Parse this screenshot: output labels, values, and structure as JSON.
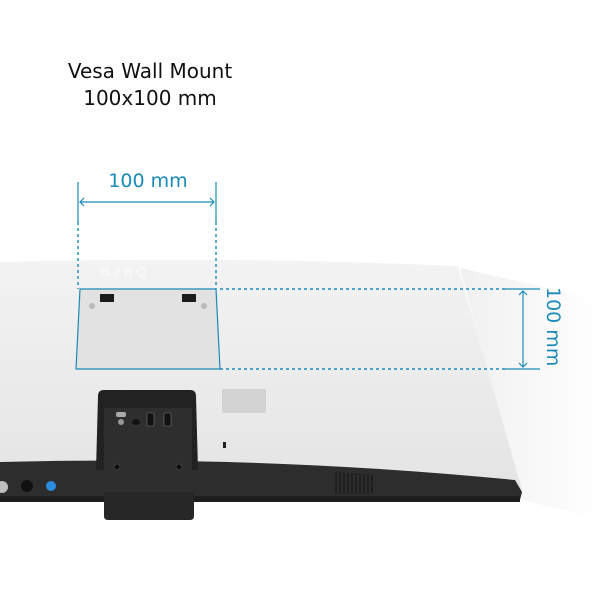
{
  "heading": {
    "line1": "Vesa Wall Mount",
    "line2": "100x100 mm"
  },
  "dimensions": {
    "width_label": "100 mm",
    "height_label": "100 mm",
    "accent_color": "#1a8ab8"
  },
  "product": {
    "type": "monitor-rear-view",
    "body_color": "#ececec",
    "stand_color": "#2a2a2a",
    "button_accent": "#2a8de0"
  }
}
